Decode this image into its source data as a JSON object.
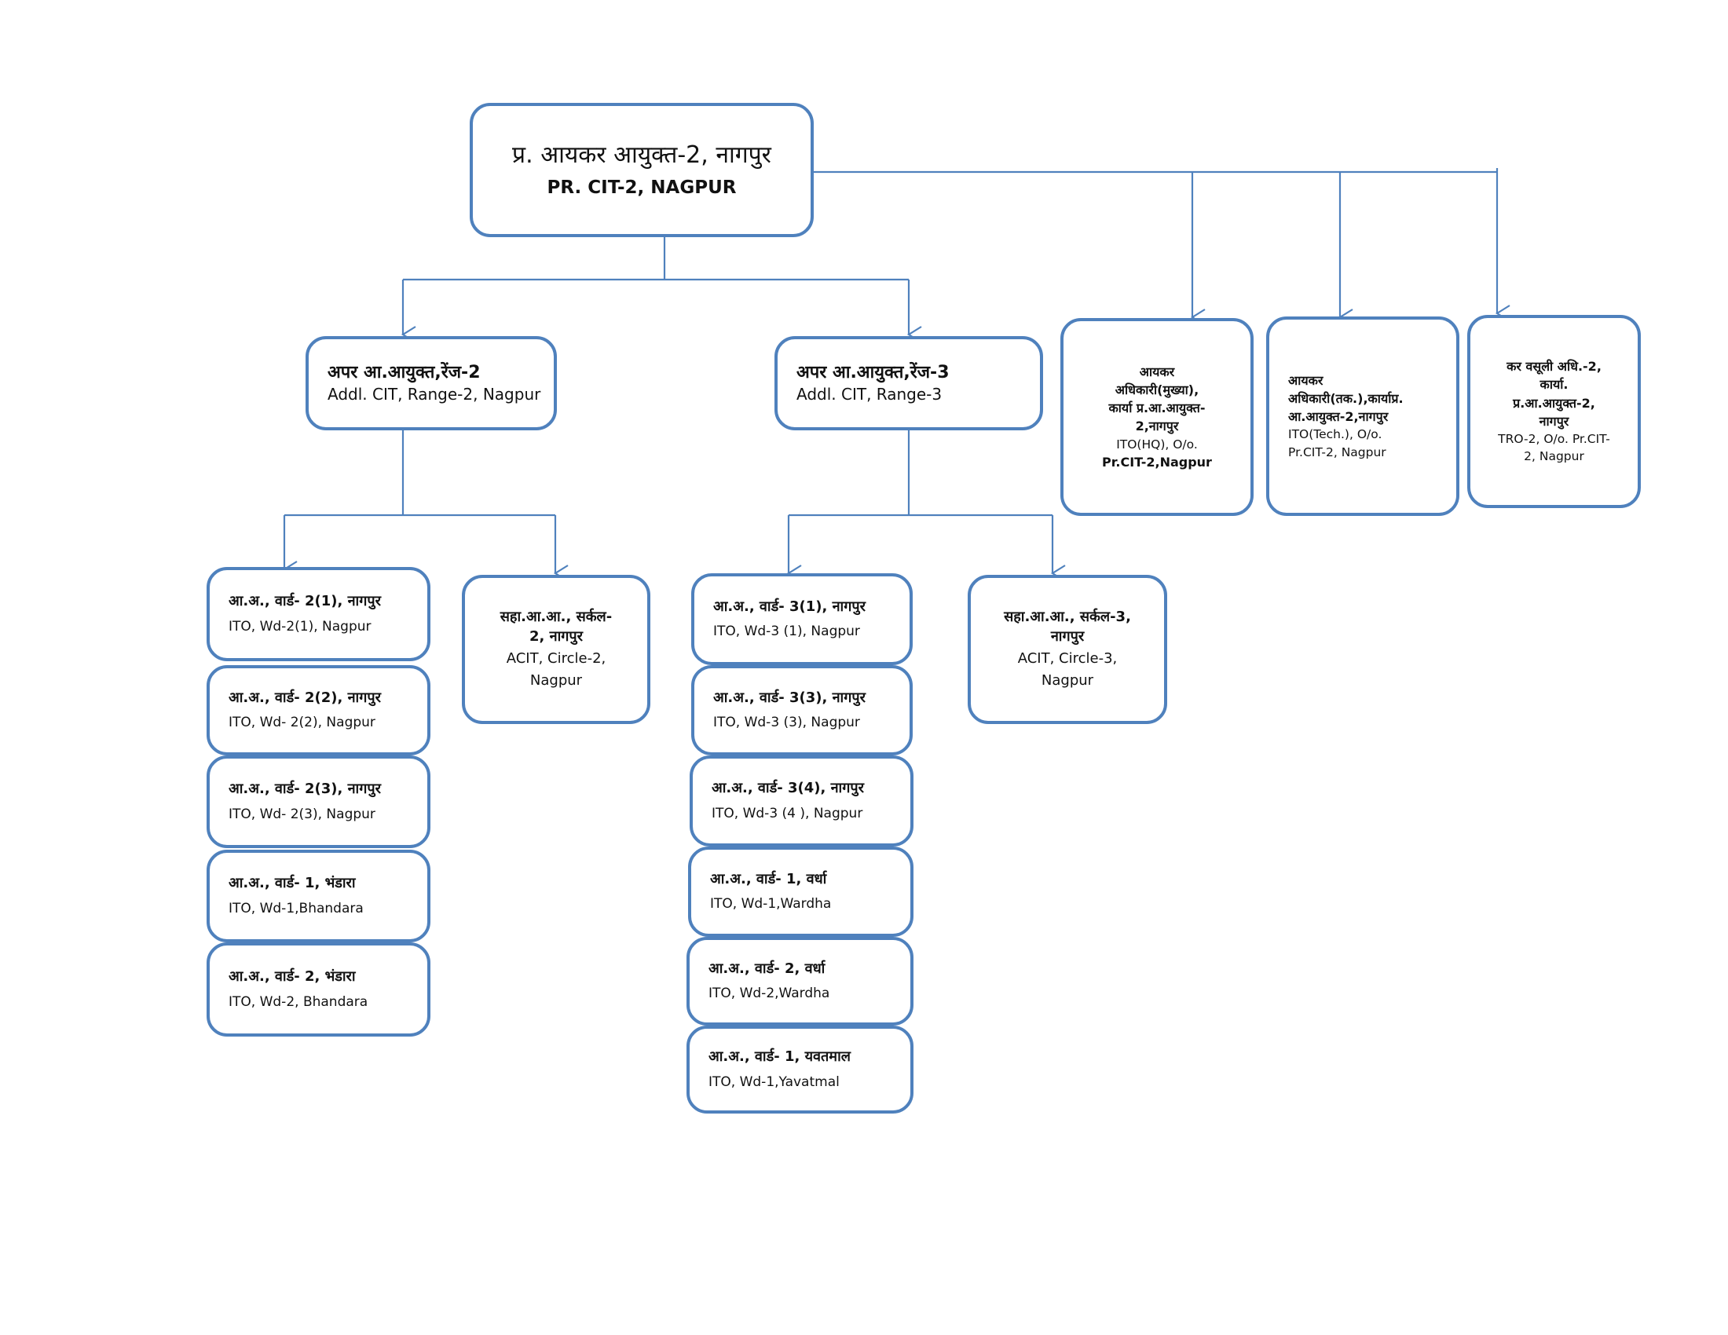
{
  "root": {
    "hi": "प्र. आयकर आयुक्त-2, नागपुर",
    "en": "PR. CIT-2, NAGPUR"
  },
  "ranges": [
    {
      "hi": "अपर आ.आयुक्त,रेंज-2",
      "en": "Addl. CIT, Range-2, Nagpur"
    },
    {
      "hi": "अपर आ.आयुक्त,रेंज-3",
      "en": "Addl. CIT, Range-3"
    }
  ],
  "side_offices": [
    {
      "lines": [
        "आयकर",
        "अधिकारी(मुख्या),",
        "कार्या प्र.आ.आयुक्त-",
        "2,नागपुर",
        "ITO(HQ), O/o.",
        "Pr.CIT-2,Nagpur"
      ]
    },
    {
      "lines": [
        "आयकर",
        "अधिकारी(तक.),कार्याप्र.",
        "आ.आयुक्त-2,नागपुर",
        "ITO(Tech.), O/o.",
        "Pr.CIT-2, Nagpur"
      ]
    },
    {
      "lines": [
        "कर वसूली अधि.-2,",
        "कार्या.",
        "प्र.आ.आयुक्त-2,",
        "नागपुर",
        "TRO-2, O/o. Pr.CIT-",
        "2, Nagpur"
      ]
    }
  ],
  "range2_wards": [
    {
      "hi": "आ.अ., वार्ड- 2(1), नागपुर",
      "en": "ITO, Wd-2(1), Nagpur"
    },
    {
      "hi": "आ.अ., वार्ड-  2(2), नागपुर",
      "en": "ITO, Wd- 2(2), Nagpur"
    },
    {
      "hi": "आ.अ., वार्ड- 2(3), नागपुर",
      "en": "ITO, Wd- 2(3), Nagpur"
    },
    {
      "hi": "आ.अ., वार्ड- 1, भंडारा",
      "en": "ITO, Wd-1,Bhandara"
    },
    {
      "hi": "आ.अ., वार्ड- 2, भंडारा",
      "en": "ITO, Wd-2,  Bhandara"
    }
  ],
  "range2_circle": {
    "lines": [
      "सहा.आ.आ., सर्कल-",
      "2, नागपुर",
      "ACIT, Circle-2,",
      "Nagpur"
    ]
  },
  "range3_wards": [
    {
      "hi": "आ.अ., वार्ड- 3(1), नागपुर",
      "en": "ITO, Wd-3 (1), Nagpur"
    },
    {
      "hi": "आ.अ., वार्ड- 3(3), नागपुर",
      "en": "ITO, Wd-3 (3), Nagpur"
    },
    {
      "hi": "आ.अ., वार्ड- 3(4), नागपुर",
      "en": "ITO, Wd-3 (4 ), Nagpur"
    },
    {
      "hi": "आ.अ., वार्ड- 1, वर्धा",
      "en": "ITO, Wd-1,Wardha"
    },
    {
      "hi": "आ.अ., वार्ड- 2, वर्धा",
      "en": "ITO, Wd-2,Wardha"
    },
    {
      "hi": "आ.अ., वार्ड- 1, यवतमाल",
      "en": "ITO, Wd-1,Yavatmal"
    }
  ],
  "range3_circle": {
    "lines": [
      "सहा.आ.आ., सर्कल-3,",
      "नागपुर",
      "ACIT, Circle-3,",
      "Nagpur"
    ]
  }
}
